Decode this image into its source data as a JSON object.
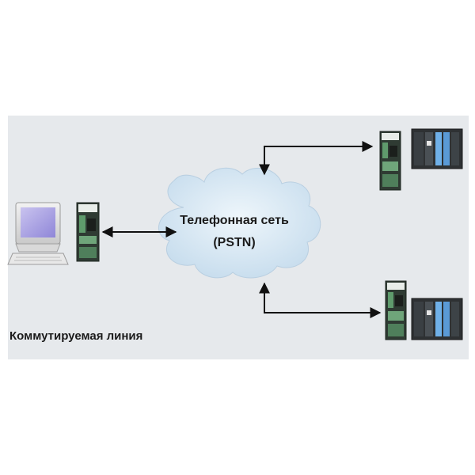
{
  "diagram": {
    "network": {
      "name": "Телефонная сеть",
      "abbr": "(PSTN)"
    },
    "caption": "Коммутируемая линия"
  }
}
